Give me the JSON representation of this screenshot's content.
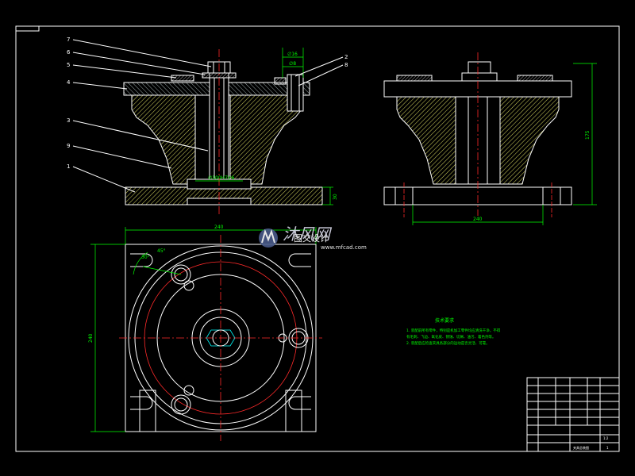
{
  "part_labels": [
    "7",
    "6",
    "5",
    "4",
    "3",
    "9",
    "1",
    "2",
    "8"
  ],
  "dimensions": {
    "front_base_height": "30",
    "front_bottom": "∅100H7/r6",
    "front_top_a": "∅16",
    "front_top_b": "∅8",
    "side_height": "175",
    "side_width": "240",
    "plan_width": "240",
    "plan_height": "240",
    "plan_angle_a": "30°",
    "plan_angle_b": "45°"
  },
  "notes": {
    "title": "技术要求",
    "line1": "1. 装配前所有零件，特别是机加工零件均应清洗干净，不得",
    "line2": "有毛刺、飞边、氧化皮、锈蚀、切屑、油污、着色剂等。",
    "line3": "2. 装配后应检查夹具各部分的运动是否灵活、可靠。"
  },
  "watermark": {
    "brand": "沐风网",
    "sub": "图文设计",
    "url": "www.mfcad.com"
  },
  "title_block": {
    "drawing_name": "夹具总装图",
    "scale": "1:2",
    "sheet": "1"
  },
  "colors": {
    "background": "#000000",
    "outline": "#ffffff",
    "dimension": "#00ff00",
    "hatch": "#c8c85a",
    "centerline": "#ff2a2a",
    "hidden": "#00ffff"
  }
}
